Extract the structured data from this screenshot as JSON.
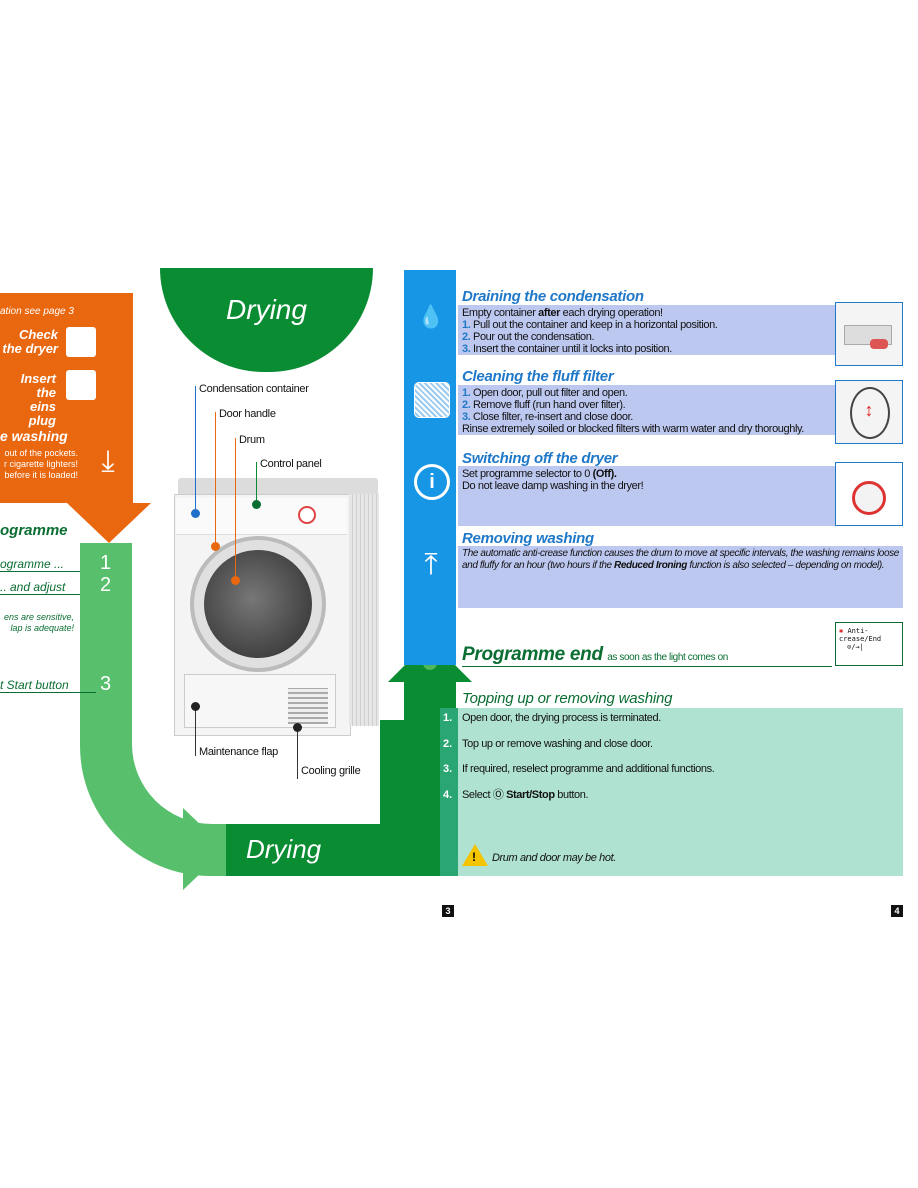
{
  "left_partial": {
    "note": "ation see page 3",
    "check": [
      "Check",
      "the dryer"
    ],
    "insert": [
      "Insert the",
      "eins plug"
    ],
    "washing": "e washing",
    "pockets": [
      "out of the pockets.",
      "r cigarette lighters!",
      "before it is loaded!"
    ],
    "programme_title": "ogramme",
    "step1": "ogramme ...",
    "step2": ".. and adjust",
    "sensitive": [
      "ens are sensitive,",
      "lap is adequate!"
    ],
    "start": "t Start button",
    "nums": [
      "1",
      "2",
      "3"
    ]
  },
  "center": {
    "title": "Drying",
    "bottom_title": "Drying",
    "labels": {
      "condensation": "Condensation container",
      "door_handle": "Door handle",
      "drum": "Drum",
      "control_panel": "Control panel",
      "maintenance": "Maintenance flap",
      "cooling": "Cooling grille"
    }
  },
  "sections": {
    "draining": {
      "title": "Draining the condensation",
      "intro_a": "Empty container ",
      "intro_b": "after",
      "intro_c": " each drying operation!",
      "steps": [
        "Pull out the container and keep in a horizontal position.",
        "Pour out the condensation.",
        "Insert the container until it locks into position."
      ]
    },
    "fluff": {
      "title": "Cleaning the fluff filter",
      "steps": [
        "Open door, pull out filter and open.",
        "Remove fluff (run hand over filter).",
        "Close filter, re-insert and close door."
      ],
      "note": "Rinse extremely soiled or blocked filters with warm water and dry thoroughly."
    },
    "switching": {
      "title": "Switching off the dryer",
      "line1_a": "Set programme selector to 0 ",
      "line1_b": "(Off).",
      "line2": "Do not leave damp washing in the dryer!"
    },
    "removing": {
      "title": "Removing washing",
      "text_a": "The automatic anti-crease function causes the drum to move at specific intervals, the washing remains loose and fluffy for an hour (two hours if the ",
      "text_b": "Reduced Ironing",
      "text_c": " function is also selected – depending on model)."
    },
    "prog_end": {
      "title": "Programme end",
      "sub": "as soon as the light comes on",
      "indicator_label": "Anti-crease/End",
      "indicator_sym": "⊙/→|"
    },
    "topping": {
      "title": "Topping up or removing washing",
      "steps": [
        {
          "num": "1.",
          "text": "Open door, the drying process is terminated."
        },
        {
          "num": "2.",
          "text": "Top up or remove washing and close door."
        },
        {
          "num": "3.",
          "text": "If required, reselect programme and additional functions."
        },
        {
          "num": "4.",
          "text_a": "Select Ⓞ ",
          "text_b": "Start/Stop",
          "text_c": " button."
        }
      ],
      "warning": "Drum and door may be hot."
    }
  },
  "numbering": {
    "n1": "1.",
    "n2": "2.",
    "n3": "3."
  },
  "pages": {
    "left": "3",
    "right": "4"
  },
  "colors": {
    "orange": "#e8670f",
    "green": "#0a8c33",
    "light_green": "#58c06d",
    "blue": "#1696e5",
    "panel": "#bdc8f0",
    "mint": "#b0e2d2"
  }
}
